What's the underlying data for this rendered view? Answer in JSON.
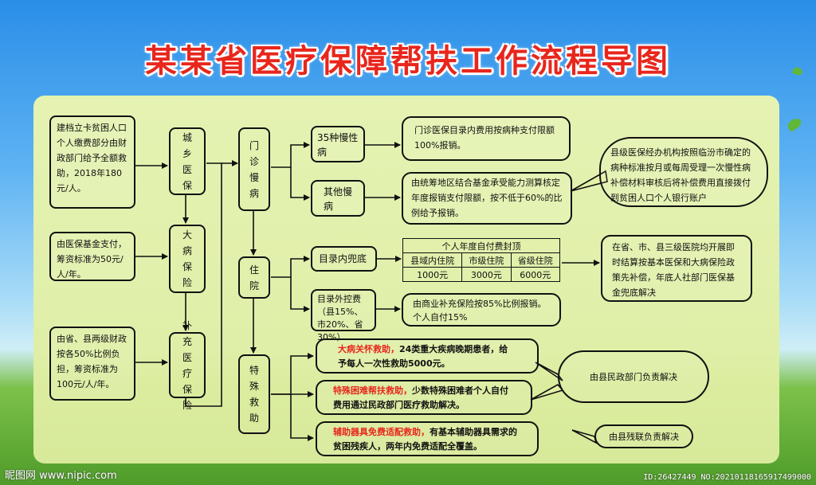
{
  "title": "某某省医疗保障帮扶工作流程导图",
  "left_notes": {
    "note1": "建档立卡贫困人口个人缴费部分由财政部门给予全额救助，2018年180元/人。",
    "note2": "由医保基金支付，筹资标准为50元/人/年。",
    "note3": "由省、县两级财政按各50%比例负担，筹资标准为100元/人/年。"
  },
  "insurance": {
    "urban_rural": "城乡医保",
    "major_illness": "大病保险",
    "supplementary": "补充医疗保险"
  },
  "categories": {
    "outpatient": "门诊慢病",
    "inpatient": "住院",
    "special": "特殊救助"
  },
  "outpatient": {
    "type1": "35种慢性病",
    "type2": "其他慢病",
    "desc1": "门诊医保目录内费用按病种支付限额100%报销。",
    "desc2": "由统筹地区结合基金承受能力测算核定年度报销支付限额，按不低于60%的比例给予报销。",
    "callout": "县级医保经办机构按照临汾市确定的病种标准按月或每周受理一次慢性病补偿材料审核后将补偿费用直接拨付到贫困人口个人银行账户"
  },
  "inpatient": {
    "in_catalog": "目录内兜底",
    "table_title": "个人年度自付费封顶",
    "headers": [
      "县域内住院",
      "市级住院",
      "省级住院"
    ],
    "values": [
      "1000元",
      "3000元",
      "6000元"
    ],
    "out_catalog": "目录外控费（县15%、市20%、省30%）",
    "out_desc": "由商业补充保险按85%比例报销。个人自付15%",
    "callout": "在省、市、县三级医院均开展即时结算按基本医保和大病保险政策先补偿，年底人社部门医保基金兜底解决"
  },
  "special": {
    "item1_head": "大病关怀救助，",
    "item1_text": "24类重大疾病晚期患者，给予每人一次性救助5000元。",
    "item2_head": "特殊困难帮扶救助，",
    "item2_text": "少数特殊困难者个人自付费用通过民政部门医疗救助解决。",
    "item3_head": "辅助器具免费适配救助，",
    "item3_text": "有基本辅助器具需求的贫困残疾人，两年内免费适配全覆盖。",
    "callout1": "由县民政部门负责解决",
    "callout2": "由县残联负责解决"
  },
  "watermark": {
    "left": "昵图网 www.nipic.com",
    "right": "ID:26427449 NO:20210118165917499000"
  }
}
